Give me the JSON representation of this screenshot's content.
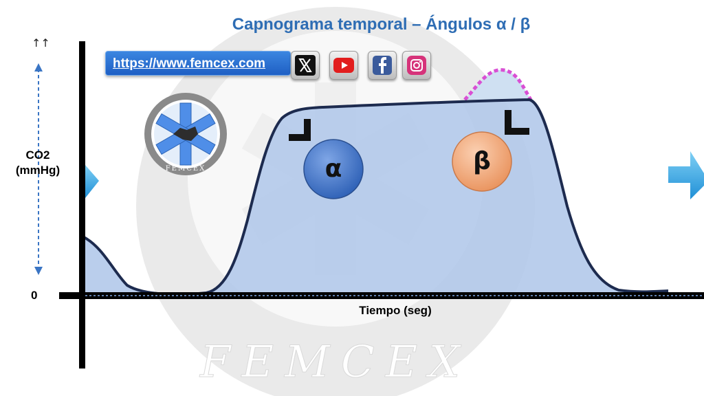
{
  "title": "Capnograma temporal – Ángulos α / β",
  "y_axis": {
    "label_line1": "CO2",
    "label_line2": "(mmHg)",
    "zero_label": "0",
    "top_arrows": "↑↑"
  },
  "x_axis": {
    "label": "Tiempo (seg)"
  },
  "link": {
    "url": "https://www.femcex.com"
  },
  "social_icons": [
    "x-icon",
    "youtube-icon",
    "facebook-icon",
    "instagram-icon"
  ],
  "markers": {
    "alpha": "α",
    "beta": "β"
  },
  "logo": {
    "text": "FEMCEX"
  },
  "watermark": {
    "text": "FEMCEX"
  },
  "colors": {
    "title": "#2e6db4",
    "waveform_fill": "#b3c9ea",
    "waveform_line": "#1d2b4f",
    "alpha_circle": "#3f75c9",
    "beta_circle": "#f0a679",
    "dashed_peak": "#d94fd4",
    "nav_arrow": "#3aa6e6"
  }
}
